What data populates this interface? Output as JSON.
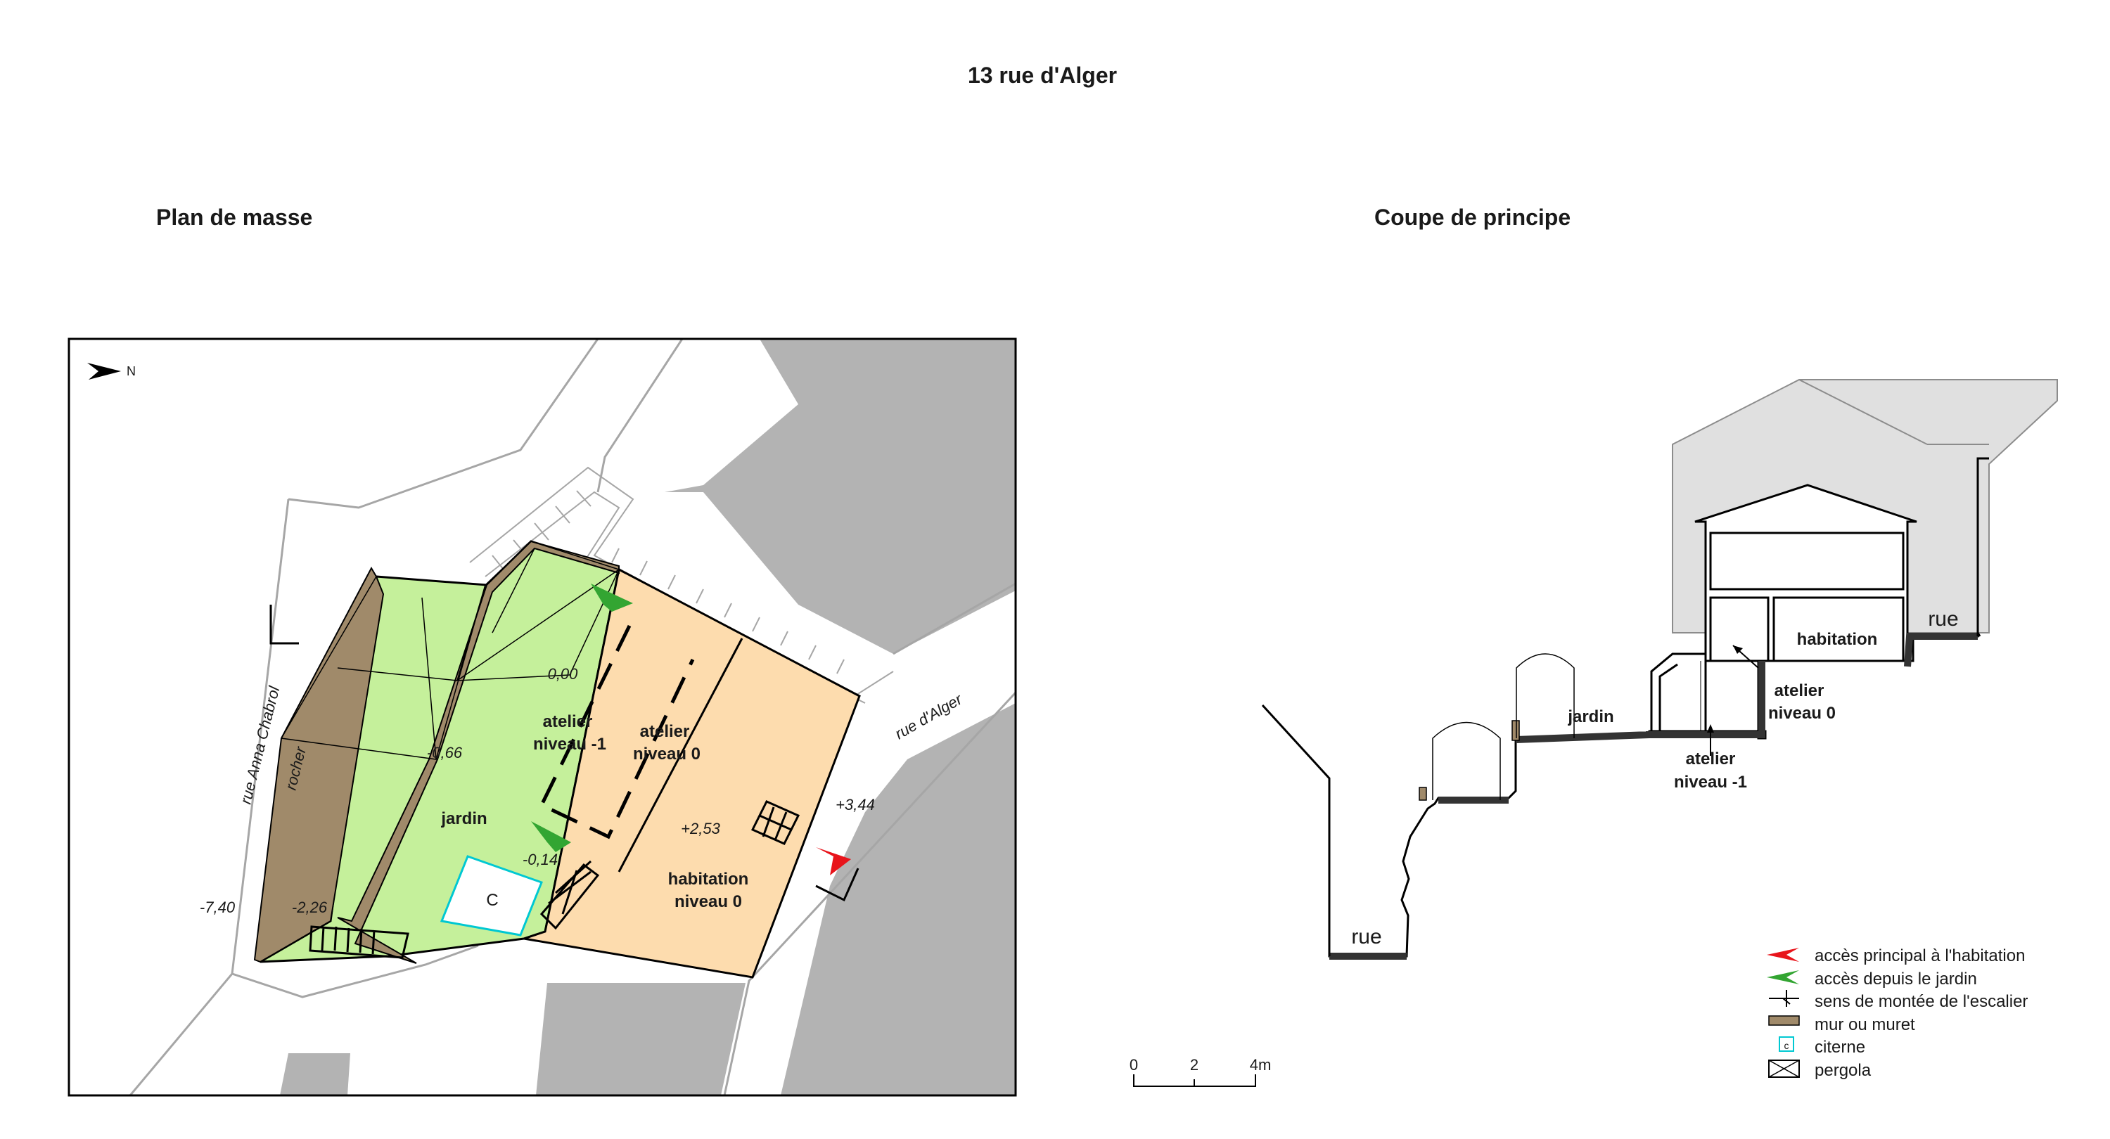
{
  "title": "13 rue d'Alger",
  "plan": {
    "heading": "Plan de masse",
    "north": "N",
    "streets": {
      "left": "rue Anna Chabrol",
      "right": "rue d'Alger"
    },
    "rock": "rocher",
    "rooms": {
      "jardin": "jardin",
      "atelier_m1_a": "atelier",
      "atelier_m1_b": "niveau -1",
      "atelier_0_a": "atelier",
      "atelier_0_b": "niveau 0",
      "habitation_a": "habitation",
      "habitation_b": "niveau 0"
    },
    "cistern_letter": "C",
    "levels": {
      "l_000": "0,00",
      "l_066": "-0,66",
      "l_014": "-0,14",
      "l_226": "-2,26",
      "l_740": "-7,40",
      "l_253": "+2,53",
      "l_344": "+3,44"
    },
    "scale": {
      "zero": "0",
      "two": "2",
      "four": "4m"
    }
  },
  "section": {
    "heading": "Coupe de principe",
    "labels": {
      "rue_left": "rue",
      "rue_right": "rue",
      "jardin": "jardin",
      "habitation": "habitation",
      "atelier0_a": "atelier",
      "atelier0_b": "niveau 0",
      "atelierm1_a": "atelier",
      "atelierm1_b": "niveau -1"
    }
  },
  "legend": [
    {
      "label": "accès principal à l'habitation",
      "icon": "red-arrow-icon",
      "color": "#e8141b"
    },
    {
      "label": "accès depuis le jardin",
      "icon": "green-arrow-icon",
      "color": "#33a532"
    },
    {
      "label": "sens de montée de l'escalier",
      "icon": "stair-direction-icon",
      "color": "#000000"
    },
    {
      "label": "mur ou muret",
      "icon": "wall-swatch-icon",
      "color": "#a08a6a"
    },
    {
      "label": "citerne",
      "icon": "cistern-icon",
      "color": "#00c8d2"
    },
    {
      "label": "pergola",
      "icon": "pergola-icon",
      "color": "#000000"
    }
  ],
  "colors": {
    "garden": "#c5f09b",
    "house": "#fddcae",
    "building": "#b3b3b3",
    "wall": "#a08a6a",
    "cistern": "#00c8d2",
    "red_access": "#e8141b",
    "green_access": "#33a532",
    "section_house": "#e0e0e0"
  }
}
